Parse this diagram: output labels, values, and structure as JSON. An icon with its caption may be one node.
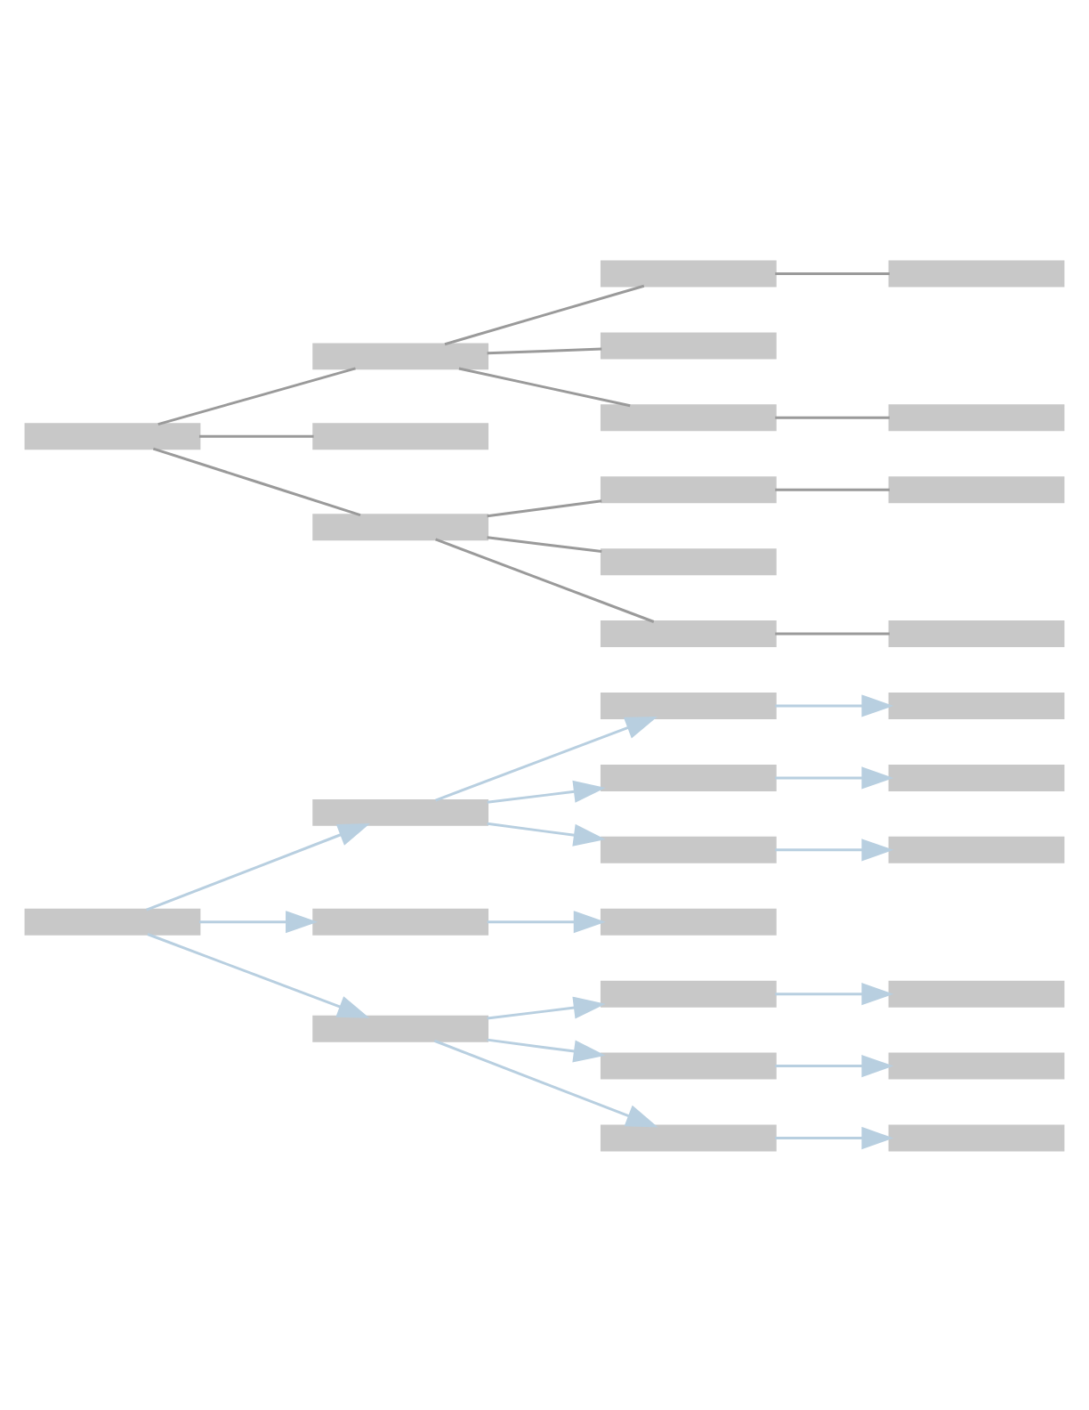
{
  "diagram": {
    "nodes": [
      {
        "text": [],
        "shape": "bar"
      },
      {
        "text": [],
        "shape": "bar"
      },
      {
        "text": [],
        "shape": "bar"
      },
      {
        "text": [],
        "shape": "bar"
      },
      {
        "text": [],
        "shape": "bar"
      },
      {
        "text": [],
        "shape": "bar"
      },
      {
        "text": [],
        "shape": "bar"
      },
      {
        "text": [],
        "shape": "bar"
      },
      {
        "text": [],
        "shape": "bar"
      },
      {
        "text": [],
        "shape": "bar"
      },
      {
        "text": [],
        "shape": "bar"
      },
      {
        "text": [],
        "shape": "bar"
      },
      {
        "text": [],
        "shape": "bar"
      },
      {
        "text": [],
        "shape": "bar"
      },
      {
        "text": [],
        "shape": "bar"
      },
      {
        "text": [],
        "shape": "bar"
      },
      {
        "text": [],
        "shape": "bar"
      },
      {
        "text": [],
        "shape": "bar"
      },
      {
        "text": [],
        "shape": "bar"
      },
      {
        "text": [],
        "shape": "bar"
      },
      {
        "text": [],
        "shape": "bar"
      },
      {
        "text": [],
        "shape": "bar"
      },
      {
        "text": [],
        "shape": "bar"
      },
      {
        "text": [],
        "shape": "bar"
      },
      {
        "text": [],
        "shape": "bar"
      },
      {
        "text": [],
        "shape": "bar"
      },
      {
        "text": [],
        "shape": "bar"
      },
      {
        "text": [],
        "shape": "bar"
      },
      {
        "text": [],
        "shape": "bar"
      },
      {
        "text": [],
        "shape": "bar"
      },
      {
        "text": [],
        "shape": "bar"
      }
    ],
    "edges": [
      {
        "from": 0,
        "to": 1,
        "arrow": "to",
        "color": "#b8cfe0"
      },
      {
        "from": 0,
        "to": 2,
        "arrow": "to",
        "color": "#b8cfe0"
      },
      {
        "from": 0,
        "to": 3,
        "arrow": "to",
        "color": "#b8cfe0"
      },
      {
        "from": 1,
        "to": 4,
        "arrow": "to",
        "color": "#b8cfe0"
      },
      {
        "from": 1,
        "to": 5,
        "arrow": "to",
        "color": "#b8cfe0"
      },
      {
        "from": 1,
        "to": 6,
        "arrow": "to",
        "color": "#b8cfe0"
      },
      {
        "from": 4,
        "to": 10,
        "arrow": "to",
        "color": "#b8cfe0"
      },
      {
        "from": 5,
        "to": 11,
        "arrow": "to",
        "color": "#b8cfe0"
      },
      {
        "from": 6,
        "to": 12,
        "arrow": "to",
        "color": "#b8cfe0"
      },
      {
        "from": 2,
        "to": 13,
        "arrow": "to",
        "color": "#b8cfe0"
      },
      {
        "from": 3,
        "to": 7,
        "arrow": "to",
        "color": "#b8cfe0"
      },
      {
        "from": 3,
        "to": 8,
        "arrow": "to",
        "color": "#b8cfe0"
      },
      {
        "from": 3,
        "to": 9,
        "arrow": "to",
        "color": "#b8cfe0"
      },
      {
        "from": 7,
        "to": 14,
        "arrow": "to",
        "color": "#b8cfe0"
      },
      {
        "from": 8,
        "to": 15,
        "arrow": "to",
        "color": "#b8cfe0"
      },
      {
        "from": 9,
        "to": 16,
        "arrow": "to",
        "color": "#b8cfe0"
      },
      {
        "from": 17,
        "to": 18,
        "arrow": "none"
      },
      {
        "from": 17,
        "to": 19,
        "arrow": "none"
      },
      {
        "from": 17,
        "to": 20,
        "arrow": "none"
      },
      {
        "from": 18,
        "to": 21,
        "arrow": "none"
      },
      {
        "from": 18,
        "to": 22,
        "arrow": "none"
      },
      {
        "from": 18,
        "to": 23,
        "arrow": "none"
      },
      {
        "from": 20,
        "to": 24,
        "arrow": "none"
      },
      {
        "from": 20,
        "to": 25,
        "arrow": "none"
      },
      {
        "from": 20,
        "to": 26,
        "arrow": "none"
      },
      {
        "from": 21,
        "to": 27,
        "arrow": "none"
      },
      {
        "from": 23,
        "to": 28,
        "arrow": "none"
      },
      {
        "from": 24,
        "to": 29,
        "arrow": "none"
      },
      {
        "from": 26,
        "to": 30,
        "arrow": "none"
      }
    ]
  }
}
